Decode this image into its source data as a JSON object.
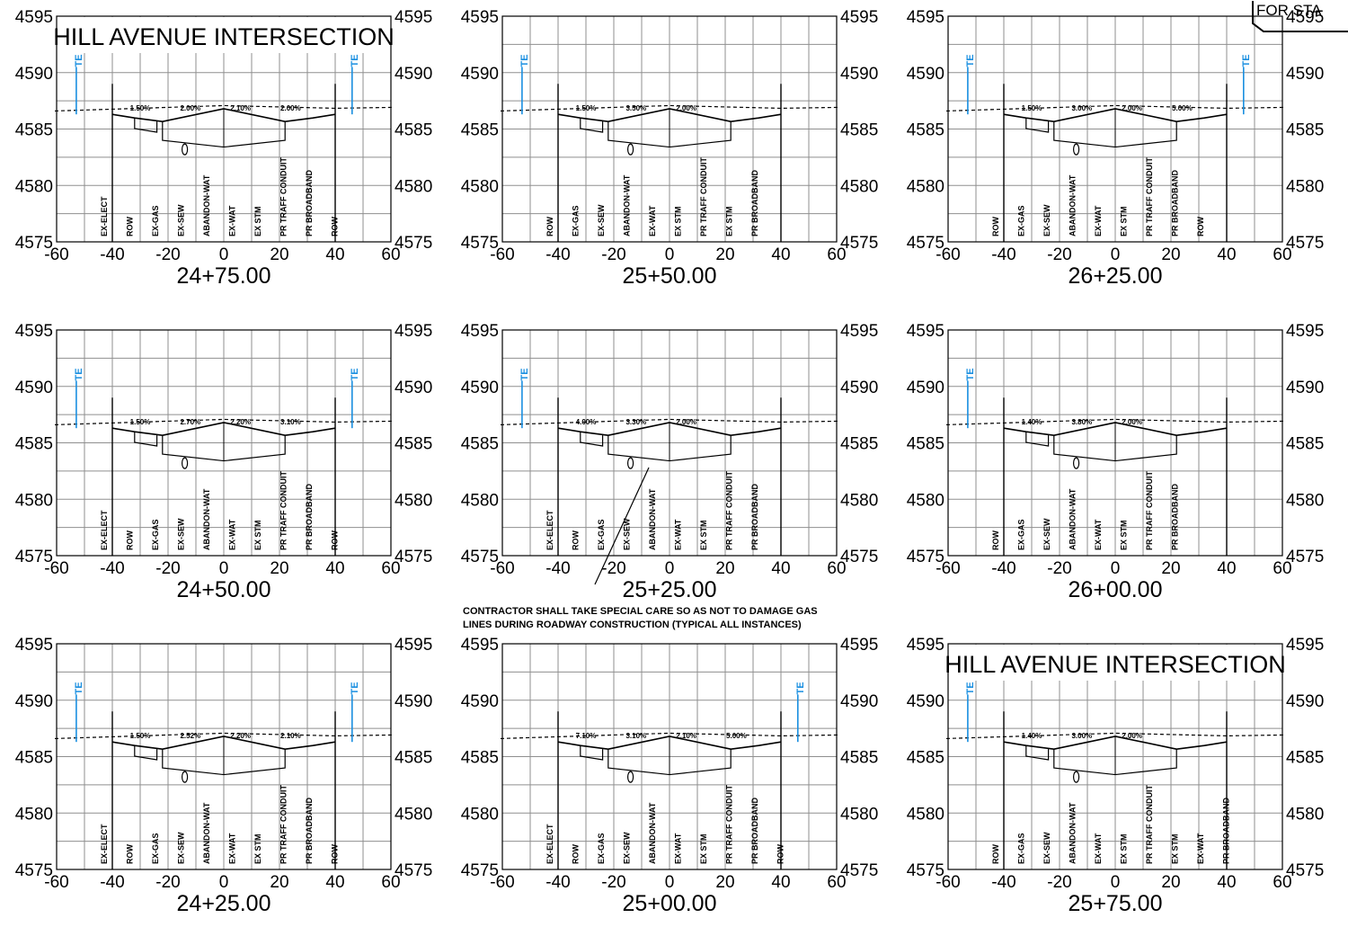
{
  "sheet": {
    "stamp_text": "FOR STA",
    "note": {
      "line1": "CONTRACTOR SHALL TAKE SPECIAL CARE SO AS NOT TO DAMAGE GAS",
      "line2": "LINES DURING ROADWAY CONSTRUCTION (TYPICAL ALL INSTANCES)"
    },
    "colors": {
      "grid": "#8f8f8f",
      "ink": "#000000",
      "utility_te": "#1a8fe0"
    }
  },
  "axes": {
    "x_ticks": [
      "-60",
      "-40",
      "-20",
      "0",
      "20",
      "40",
      "60"
    ],
    "y_ticks": [
      "4595",
      "4590",
      "4585",
      "4580",
      "4575"
    ]
  },
  "panels": [
    {
      "station": "24+75.00",
      "header": "HILL AVENUE INTERSECTION",
      "slopes": [
        "1.50%",
        "2.00%",
        "2.10%",
        "2.00%"
      ],
      "utilities": [
        "EX-ELECT",
        "ROW",
        "EX-GAS",
        "EX-SEW",
        "ABANDON-WAT",
        "EX-WAT",
        "EX STM",
        "PR TRAFF CONDUIT",
        "PR BROADBAND",
        "ROW"
      ],
      "te_left": "TE",
      "te_right": "TE"
    },
    {
      "station": "25+50.00",
      "header": "",
      "slopes": [
        "1.50%",
        "3.50%",
        "2.00%"
      ],
      "utilities": [
        "ROW",
        "EX-GAS",
        "EX-SEW",
        "ABANDON-WAT",
        "EX-WAT",
        "EX STM",
        "PR TRAFF CONDUIT",
        "EX STM",
        "PR BROADBAND"
      ],
      "te_left": "TE",
      "te_right": ""
    },
    {
      "station": "26+25.00",
      "header": "",
      "slopes": [
        "1.50%",
        "3.00%",
        "2.00%",
        "5.00%"
      ],
      "utilities": [
        "ROW",
        "EX-GAS",
        "EX-SEW",
        "ABANDON-WAT",
        "EX-WAT",
        "EX STM",
        "PR TRAFF CONDUIT",
        "PR BROADBAND",
        "ROW"
      ],
      "te_left": "TE",
      "te_right": "TE"
    },
    {
      "station": "24+50.00",
      "header": "",
      "slopes": [
        "1.50%",
        "2.70%",
        "2.20%",
        "3.10%"
      ],
      "utilities": [
        "EX-ELECT",
        "ROW",
        "EX-GAS",
        "EX-SEW",
        "ABANDON-WAT",
        "EX-WAT",
        "EX STM",
        "PR TRAFF CONDUIT",
        "PR BROADBAND",
        "ROW"
      ],
      "te_left": "TE",
      "te_right": "TE"
    },
    {
      "station": "25+25.00",
      "header": "",
      "slopes": [
        "4.00%",
        "3.30%",
        "2.00%"
      ],
      "utilities": [
        "EX-ELECT",
        "ROW",
        "EX-GAS",
        "EX-SEW",
        "ABANDON-WAT",
        "EX-WAT",
        "EX STM",
        "PR TRAFF CONDUIT",
        "PR BROADBAND"
      ],
      "te_left": "TE",
      "te_right": ""
    },
    {
      "station": "26+00.00",
      "header": "",
      "slopes": [
        "1.40%",
        "3.80%",
        "2.00%"
      ],
      "utilities": [
        "ROW",
        "EX-GAS",
        "EX-SEW",
        "ABANDON-WAT",
        "EX-WAT",
        "EX STM",
        "PR TRAFF CONDUIT",
        "PR BROADBAND"
      ],
      "te_left": "TE",
      "te_right": ""
    },
    {
      "station": "24+25.00",
      "header": "",
      "slopes": [
        "1.50%",
        "2.52%",
        "2.20%",
        "2.10%"
      ],
      "utilities": [
        "EX-ELECT",
        "ROW",
        "EX-GAS",
        "EX-SEW",
        "ABANDON-WAT",
        "EX-WAT",
        "EX STM",
        "PR TRAFF CONDUIT",
        "PR BROADBAND",
        "ROW"
      ],
      "te_left": "TE",
      "te_right": "TE"
    },
    {
      "station": "25+00.00",
      "header": "",
      "slopes": [
        "7.10%",
        "3.10%",
        "2.10%",
        "5.00%"
      ],
      "utilities": [
        "EX-ELECT",
        "ROW",
        "EX-GAS",
        "EX-SEW",
        "ABANDON-WAT",
        "EX-WAT",
        "EX STM",
        "PR TRAFF CONDUIT",
        "PR BROADBAND",
        "ROW"
      ],
      "te_left": "",
      "te_right": "TE"
    },
    {
      "station": "25+75.00",
      "header": "HILL AVENUE INTERSECTION",
      "slopes": [
        "1.40%",
        "3.00%",
        "2.00%"
      ],
      "utilities": [
        "ROW",
        "EX-GAS",
        "EX-SEW",
        "ABANDON-WAT",
        "EX-WAT",
        "EX STM",
        "PR TRAFF CONDUIT",
        "EX STM",
        "EX-WAT",
        "PR BROADBAND"
      ],
      "te_left": "TE",
      "te_right": ""
    }
  ]
}
